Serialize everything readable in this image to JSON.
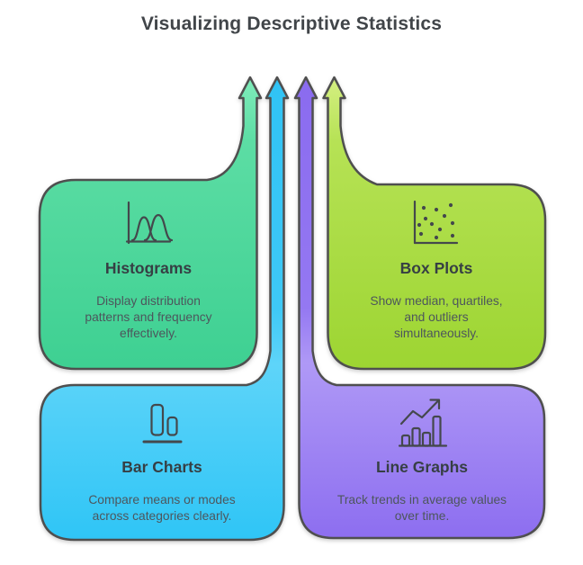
{
  "title": "Visualizing Descriptive Statistics",
  "outline_color": "#4f4f4f",
  "cards": [
    {
      "id": "histograms",
      "label": "Histograms",
      "description_lines": [
        "Display distribution",
        "patterns and frequency",
        "effectively."
      ],
      "color": "#4ad796",
      "arrow_color": "#5cdda4",
      "icon": "histogram-icon",
      "position": "top-left"
    },
    {
      "id": "box-plots",
      "label": "Box Plots",
      "description_lines": [
        "Show median, quartiles,",
        "and outliers",
        "simultaneously."
      ],
      "color": "#aadd44",
      "arrow_color": "#c6e868",
      "icon": "scatter-icon",
      "position": "top-right"
    },
    {
      "id": "bar-charts",
      "label": "Bar Charts",
      "description_lines": [
        "Compare means or modes",
        "across categories clearly."
      ],
      "color": "#3cc8f6",
      "arrow_color": "#40c9f6",
      "icon": "bar-chart-icon",
      "position": "bottom-left"
    },
    {
      "id": "line-graphs",
      "label": "Line Graphs",
      "description_lines": [
        "Track trends in average values",
        "over time."
      ],
      "color": "#9b7ef3",
      "arrow_color": "#9478f2",
      "icon": "line-graph-icon",
      "position": "bottom-right"
    }
  ]
}
